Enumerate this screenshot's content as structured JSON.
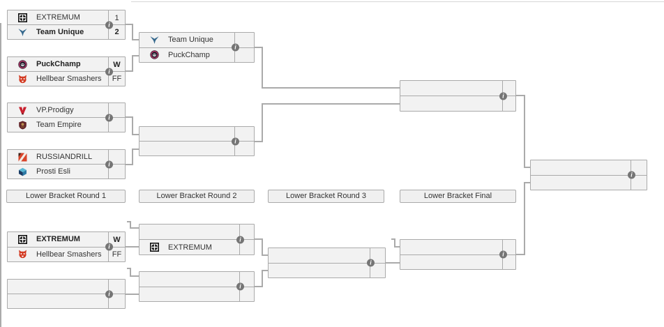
{
  "bracket": {
    "rounds": [
      "Lower Bracket Round 1",
      "Lower Bracket Round 2",
      "Lower Bracket Round 3",
      "Lower Bracket Final"
    ],
    "matches": [
      {
        "name": "lb-round1-match1",
        "slot1": {
          "team": "EXTREMUM",
          "score": "1",
          "winner": false
        },
        "slot2": {
          "team": "Team Unique",
          "score": "2",
          "winner": true
        }
      },
      {
        "name": "lb-round1-match2",
        "slot1": {
          "team": "PuckChamp",
          "score": "W",
          "winner": true
        },
        "slot2": {
          "team": "Hellbear Smashers",
          "score": "FF",
          "winner": false
        }
      },
      {
        "name": "lb-round1-match3",
        "slot1": {
          "team": "VP.Prodigy",
          "score": "",
          "winner": false
        },
        "slot2": {
          "team": "Team Empire",
          "score": "",
          "winner": false
        }
      },
      {
        "name": "lb-round1-match4",
        "slot1": {
          "team": "RUSSIANDRILL",
          "score": "",
          "winner": false
        },
        "slot2": {
          "team": "Prosti Esli",
          "score": "",
          "winner": false
        }
      },
      {
        "name": "lb-round2-match1",
        "slot1": {
          "team": "Team Unique",
          "score": "",
          "winner": false
        },
        "slot2": {
          "team": "PuckChamp",
          "score": "",
          "winner": false
        }
      },
      {
        "name": "lb-round2-match2",
        "slot1": {
          "team": "",
          "score": "",
          "winner": false
        },
        "slot2": {
          "team": "",
          "score": "",
          "winner": false
        }
      },
      {
        "name": "lb-final-upper",
        "slot1": {
          "team": "",
          "score": "",
          "winner": false
        },
        "slot2": {
          "team": "",
          "score": "",
          "winner": false
        }
      },
      {
        "name": "final-right",
        "slot1": {
          "team": "",
          "score": "",
          "winner": false
        },
        "slot2": {
          "team": "",
          "score": "",
          "winner": false
        }
      },
      {
        "name": "lb2-round1-match1",
        "slot1": {
          "team": "EXTREMUM",
          "score": "W",
          "winner": true
        },
        "slot2": {
          "team": "Hellbear Smashers",
          "score": "FF",
          "winner": false
        }
      },
      {
        "name": "lb2-round1-match2",
        "slot1": {
          "team": "",
          "score": "",
          "winner": false
        },
        "slot2": {
          "team": "",
          "score": "",
          "winner": false
        }
      },
      {
        "name": "lb2-round2-match1",
        "slot1": {
          "team": "",
          "score": "",
          "winner": false
        },
        "slot2": {
          "team": "EXTREMUM",
          "score": "",
          "winner": false
        }
      },
      {
        "name": "lb2-round2-match2",
        "slot1": {
          "team": "",
          "score": "",
          "winner": false
        },
        "slot2": {
          "team": "",
          "score": "",
          "winner": false
        }
      },
      {
        "name": "lb2-round3-match1",
        "slot1": {
          "team": "",
          "score": "",
          "winner": false
        },
        "slot2": {
          "team": "",
          "score": "",
          "winner": false
        }
      },
      {
        "name": "lb2-final",
        "slot1": {
          "team": "",
          "score": "",
          "winner": false
        },
        "slot2": {
          "team": "",
          "score": "",
          "winner": false
        }
      }
    ]
  },
  "icons": {
    "info_glyph": "i"
  },
  "colors": {
    "box_bg": "#f2f2f2",
    "box_border": "#aaaaaa",
    "connector": "#aaaaaa",
    "info_badge_bg": "#757575",
    "text": "#333333",
    "label_bg": "#f0f0f0"
  }
}
